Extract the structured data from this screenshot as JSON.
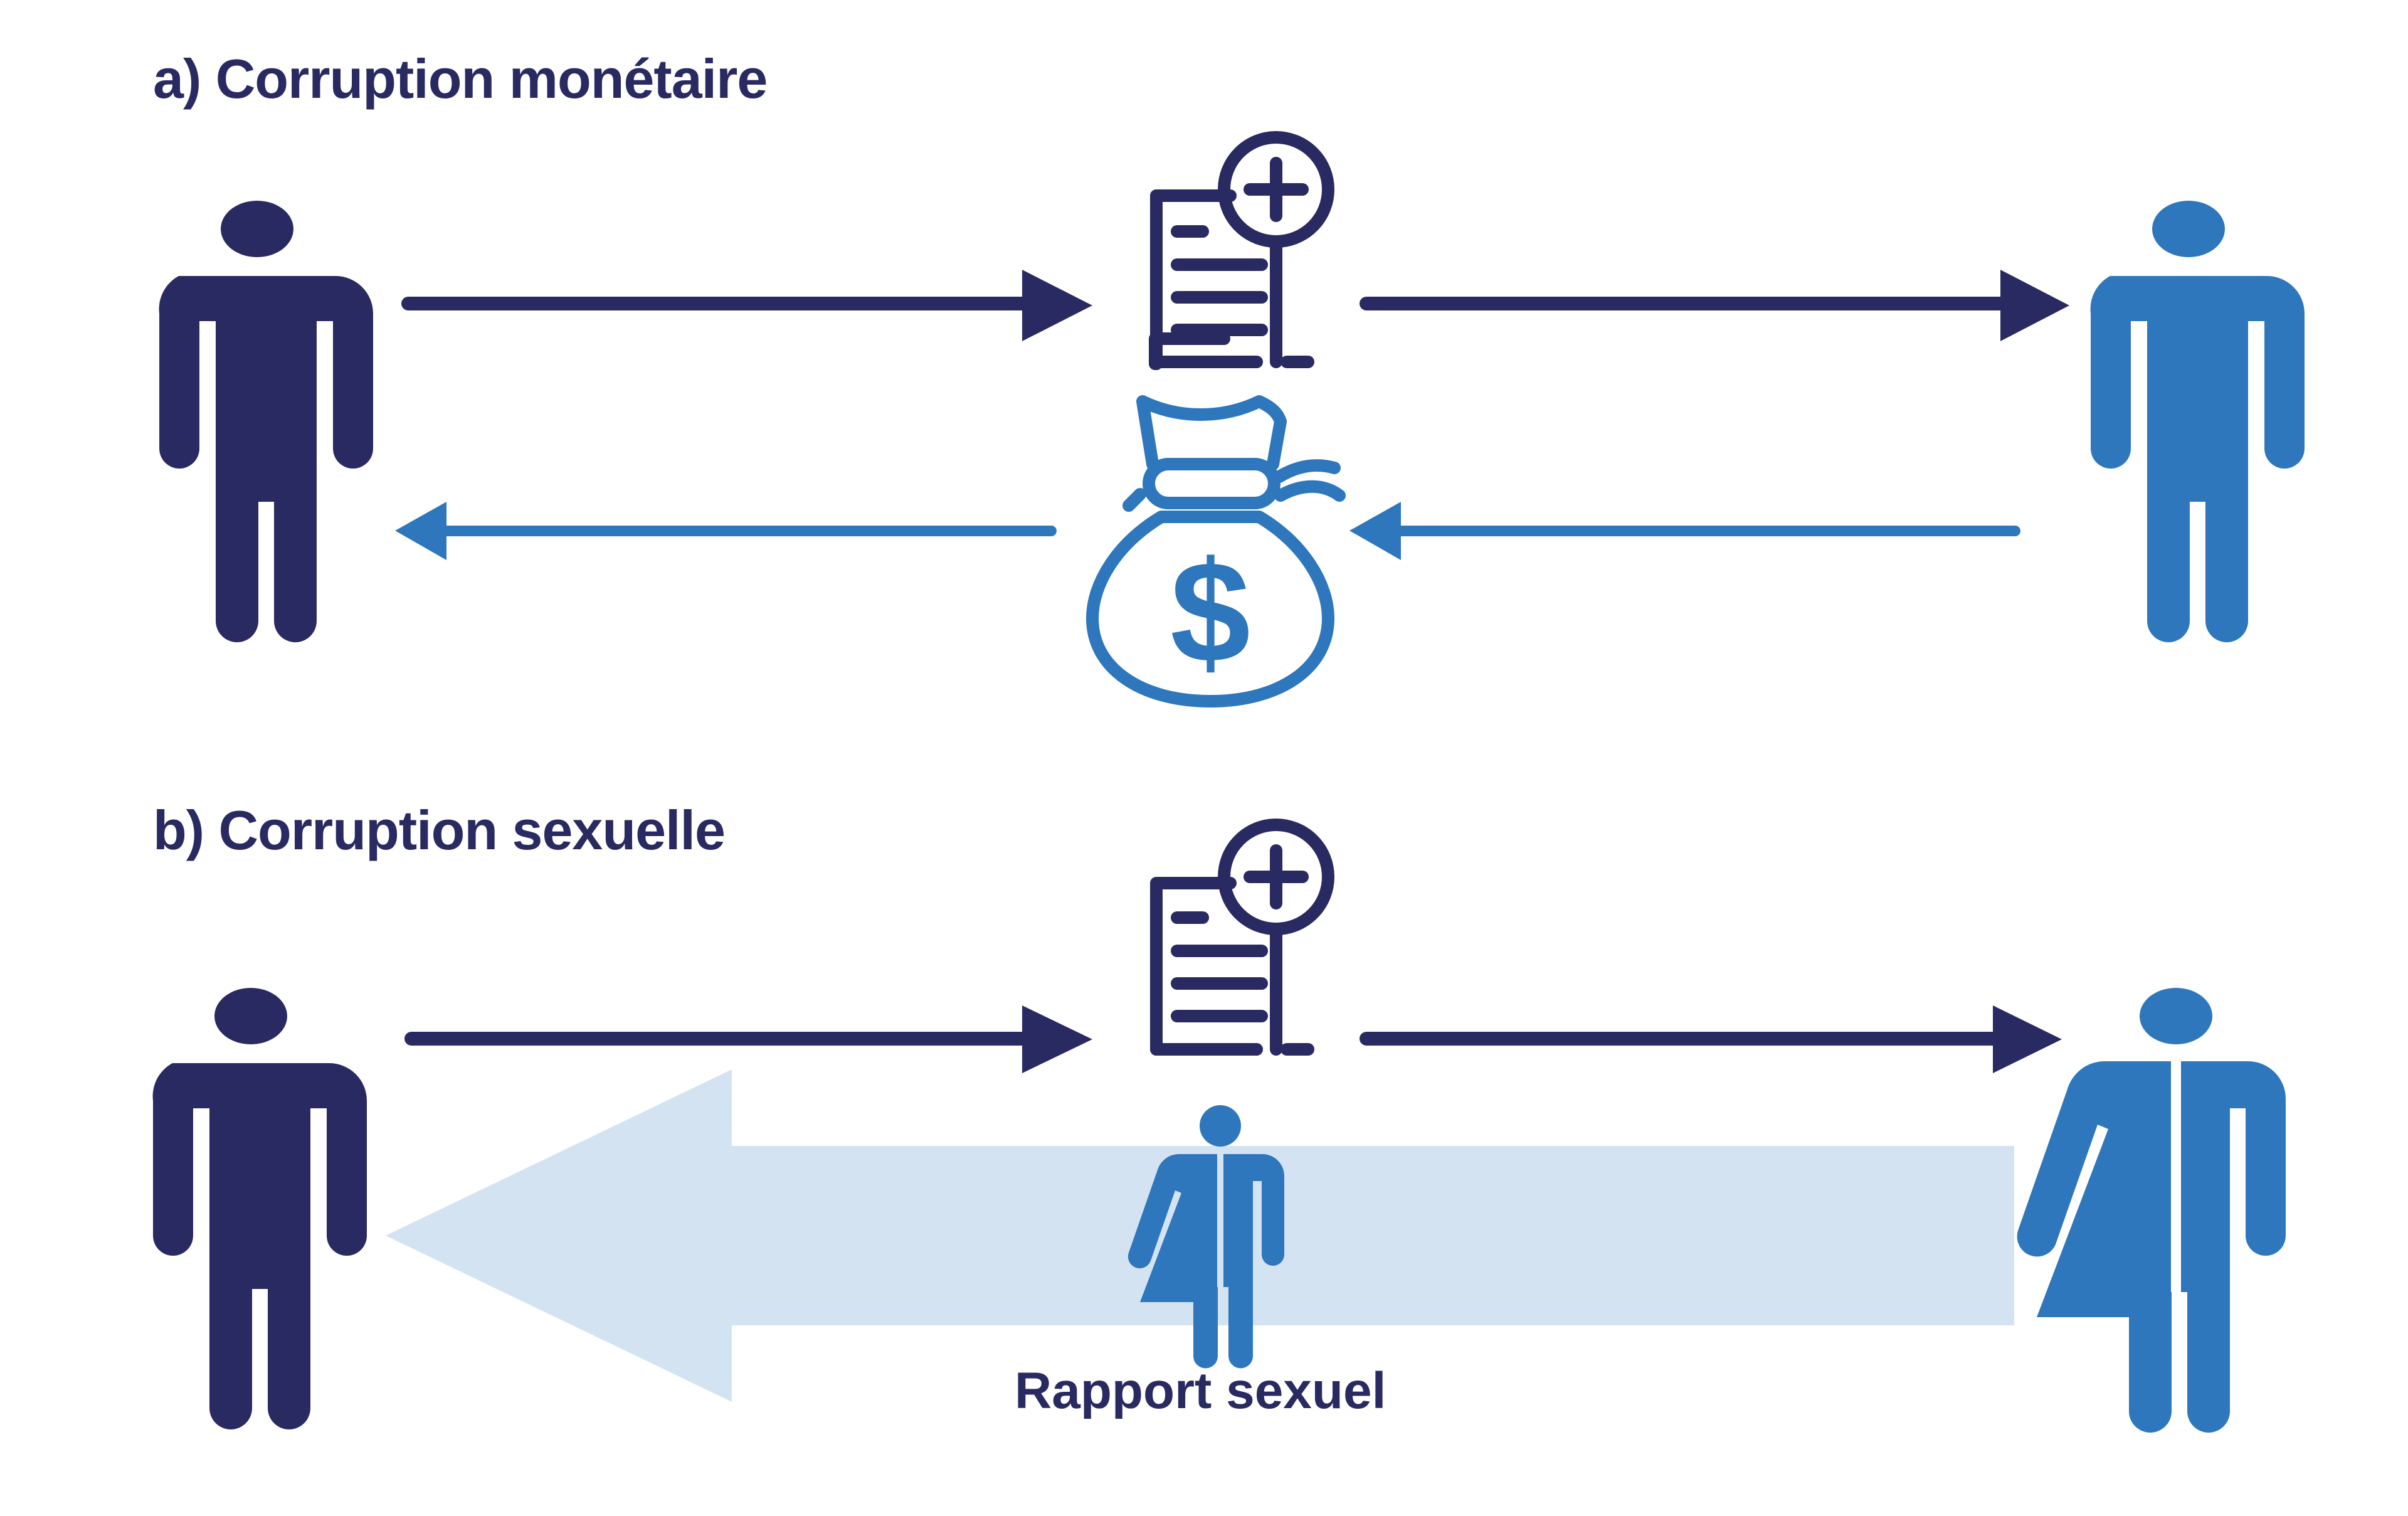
{
  "figure": {
    "background": "#ffffff",
    "colors": {
      "navy": "#2a2a62",
      "blue": "#2e77bc",
      "pale_blue": "#d4e3f2",
      "white": "#ffffff"
    }
  },
  "panels": [
    {
      "id": "a",
      "title": "a) Corruption monétaire",
      "actors": {
        "left": {
          "name": "person-male-navy-left",
          "gender": "male",
          "color": "#2a2a62"
        },
        "right": {
          "name": "person-male-blue-right",
          "gender": "male",
          "color": "#2e77bc"
        }
      },
      "center_icons": [
        {
          "name": "document-plus-icon",
          "label": "document-with-plus",
          "color": "#2a2a62"
        },
        {
          "name": "money-bag-icon",
          "label": "money-bag",
          "symbol": "$",
          "color": "#2e77bc"
        }
      ],
      "flows": [
        {
          "name": "arrow-service-left-to-document",
          "direction": "right",
          "color": "#2a2a62",
          "style": "thin-line-solid-head"
        },
        {
          "name": "arrow-service-document-to-right",
          "direction": "right",
          "color": "#2a2a62",
          "style": "thin-line-solid-head"
        },
        {
          "name": "arrow-payment-money-to-left",
          "direction": "left",
          "color": "#2e77bc",
          "style": "thin-line-solid-head"
        },
        {
          "name": "arrow-payment-right-to-money",
          "direction": "left",
          "color": "#2e77bc",
          "style": "thin-line-solid-head"
        }
      ]
    },
    {
      "id": "b",
      "title": "b) Corruption sexuelle",
      "actors": {
        "left": {
          "name": "person-male-navy-left",
          "gender": "male",
          "color": "#2a2a62"
        },
        "right": {
          "name": "person-mixed-blue-right",
          "gender": "mixed-male-female",
          "color": "#2e77bc"
        }
      },
      "center_icons": [
        {
          "name": "document-plus-icon",
          "label": "document-with-plus",
          "color": "#2a2a62"
        },
        {
          "name": "person-mixed-small-icon",
          "label": "person-mixed-male-female",
          "color": "#2e77bc"
        }
      ],
      "flows": [
        {
          "name": "arrow-service-left-to-document",
          "direction": "right",
          "color": "#2a2a62",
          "style": "thin-line-solid-head"
        },
        {
          "name": "arrow-service-document-to-right",
          "direction": "right",
          "color": "#2a2a62",
          "style": "thin-line-solid-head"
        },
        {
          "name": "arrow-sexual-relation",
          "direction": "left",
          "color": "#d4e3f2",
          "style": "block-arrow",
          "label": "Rapport sexuel",
          "label_color": "#2a2a62"
        }
      ]
    }
  ]
}
